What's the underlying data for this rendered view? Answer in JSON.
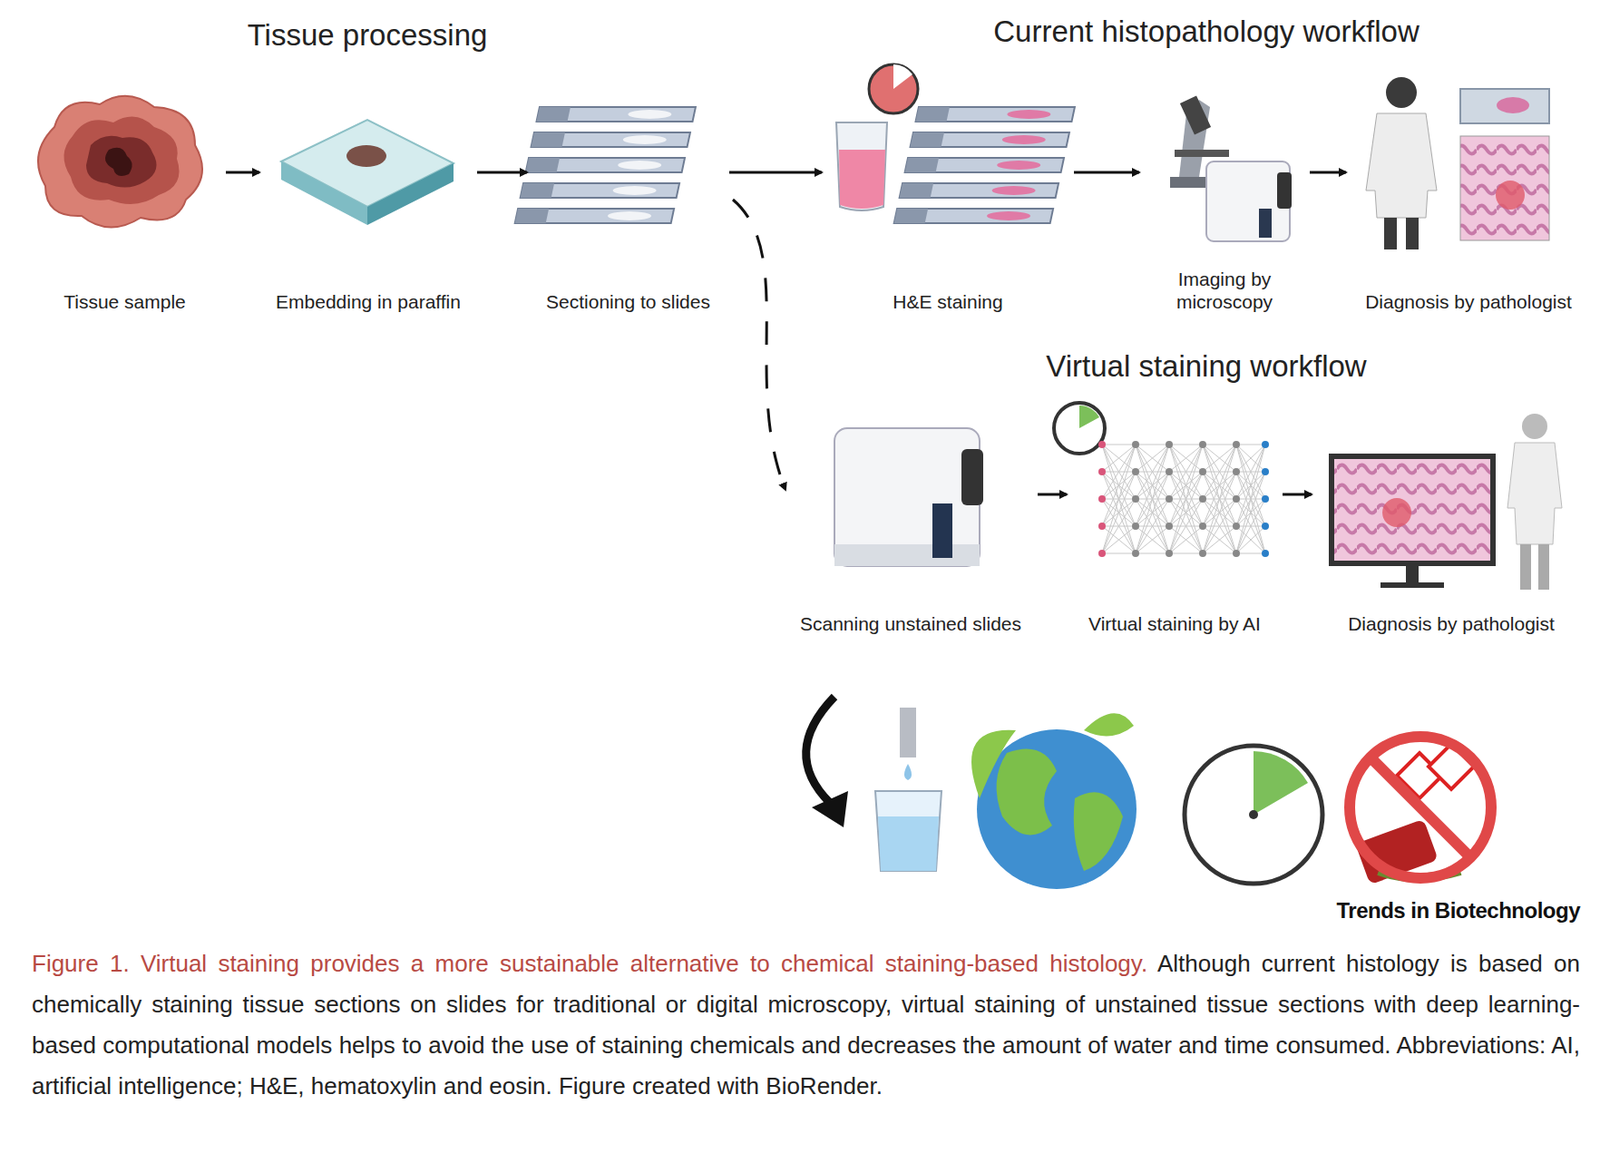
{
  "diagram": {
    "caption": "Figure 1. Virtual staining provides a more sustainable alternative to chemical staining-based histology.",
    "nodes": [
      {
        "text": [
          "Tissue sample"
        ]
      },
      {
        "text": [
          "Embedding in paraffin"
        ]
      },
      {
        "text": [
          "Sectioning to slides"
        ]
      },
      {
        "text": [
          "H&E staining"
        ]
      },
      {
        "text": [
          "Imaging by microscopy"
        ]
      },
      {
        "text": [
          "Diagnosis by pathologist"
        ]
      },
      {
        "text": [
          "Scanning unstained slides"
        ]
      },
      {
        "text": [
          "Virtual staining by AI"
        ]
      },
      {
        "text": [
          "Diagnosis by pathologist"
        ]
      }
    ],
    "edges": [
      {
        "from": 0,
        "to": 1,
        "arrow": "to"
      },
      {
        "from": 1,
        "to": 2,
        "arrow": "to"
      },
      {
        "from": 2,
        "to": 3,
        "arrow": "to"
      },
      {
        "from": 3,
        "to": 4,
        "arrow": "to"
      },
      {
        "from": 4,
        "to": 5,
        "arrow": "to"
      },
      {
        "from": 2,
        "to": 6,
        "arrow": "to"
      },
      {
        "from": 6,
        "to": 7,
        "arrow": "to"
      },
      {
        "from": 7,
        "to": 8,
        "arrow": "to"
      }
    ],
    "labels": [
      "Tissue processing",
      "Current histopathology workflow",
      "Virtual staining workflow",
      "Trends in Biotechnology",
      "Although current histology is based on chemically staining tissue sections on slides for traditional or digital microscopy, virtual staining of unstained tissue sections with deep learning-based computational models helps to avoid the use of staining chemicals and decreases the amount of water and time consumed. Abbreviations: AI, artificial intelligence; H&E, hematoxylin and eosin. Figure created with BioRender."
    ]
  }
}
